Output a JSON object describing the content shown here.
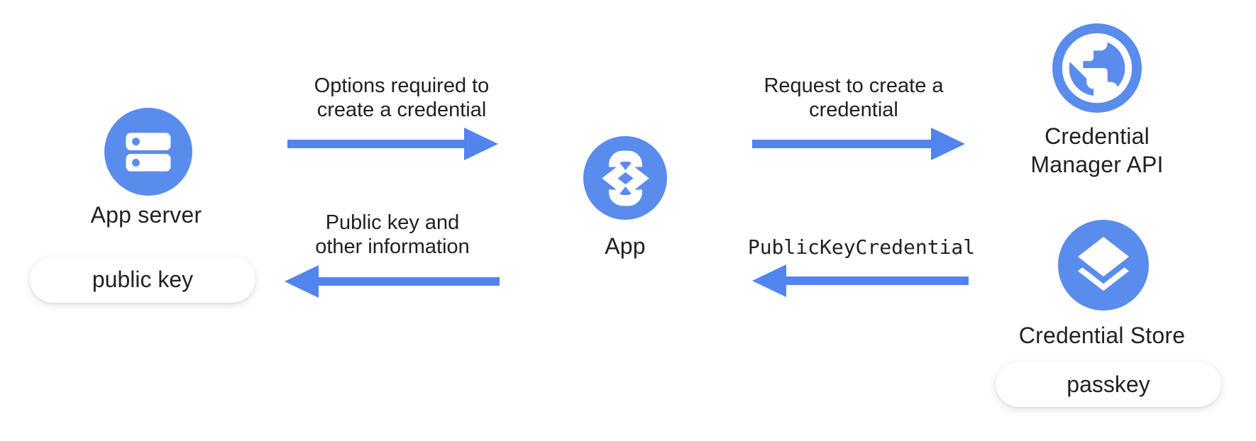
{
  "diagram": {
    "nodes": {
      "app_server": {
        "label": "App server",
        "icon": "server-icon",
        "artifact_label": "public key"
      },
      "app": {
        "label": "App",
        "icon": "phone-code-icon"
      },
      "credential_manager_api": {
        "label": "Credential Manager API",
        "icon": "globe-icon"
      },
      "credential_store": {
        "label": "Credential Store",
        "icon": "layers-icon",
        "artifact_label": "passkey"
      }
    },
    "flows": {
      "options": {
        "label": "Options required to create a credential",
        "direction": "right"
      },
      "request": {
        "label": "Request to create a credential",
        "direction": "right"
      },
      "public_key_credential": {
        "label": "PublicKeyCredential",
        "direction": "left"
      },
      "public_key_info": {
        "label": "Public key and other information",
        "direction": "left"
      }
    },
    "colors": {
      "node_blue": "#5A8CEE",
      "arrow_blue": "#5184EC",
      "text": "#202124",
      "pill_bg": "#FFFFFF"
    }
  }
}
